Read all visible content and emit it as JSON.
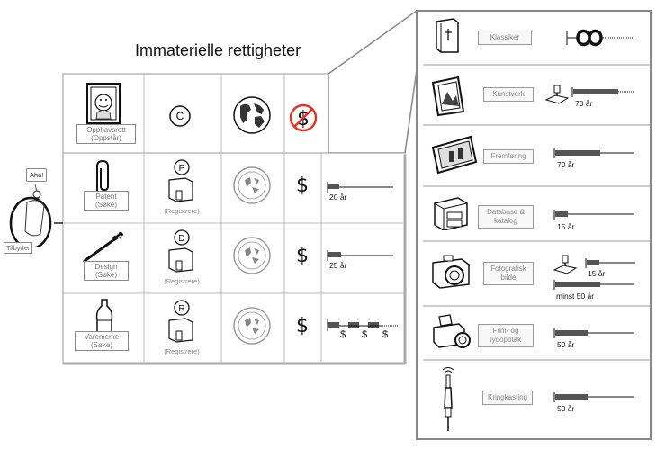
{
  "title": "Immaterielle rettigheter",
  "holder": {
    "speech": "Aha!",
    "label": "Tilbyder"
  },
  "rows": [
    {
      "name": "Opphavsrett",
      "action": "(Oppstår)"
    },
    {
      "name": "Patent",
      "action": "(Søke)",
      "register": "(Registrere)",
      "letter": "P",
      "years": "20 år"
    },
    {
      "name": "Design",
      "action": "(Søke)",
      "register": "(Registrere)",
      "letter": "D",
      "years": "25 år"
    },
    {
      "name": "Varemerke",
      "action": "(Søke)",
      "register": "(Registrere)",
      "letter": "R"
    }
  ],
  "copyright_symbol": "C",
  "dollar": "$",
  "panel": [
    {
      "label": "Klassiker"
    },
    {
      "label": "Kunstverk",
      "years": "70 år"
    },
    {
      "label": "Fremføring",
      "years": "70 år"
    },
    {
      "label": "Database & katalog",
      "years": "15 år"
    },
    {
      "label": "Fotografisk bilde",
      "years": "15 år",
      "years2": "minst 50 år"
    },
    {
      "label": "Film- og lydopptak",
      "years": "50 år"
    },
    {
      "label": "Kringkasting",
      "years": "50 år"
    }
  ]
}
